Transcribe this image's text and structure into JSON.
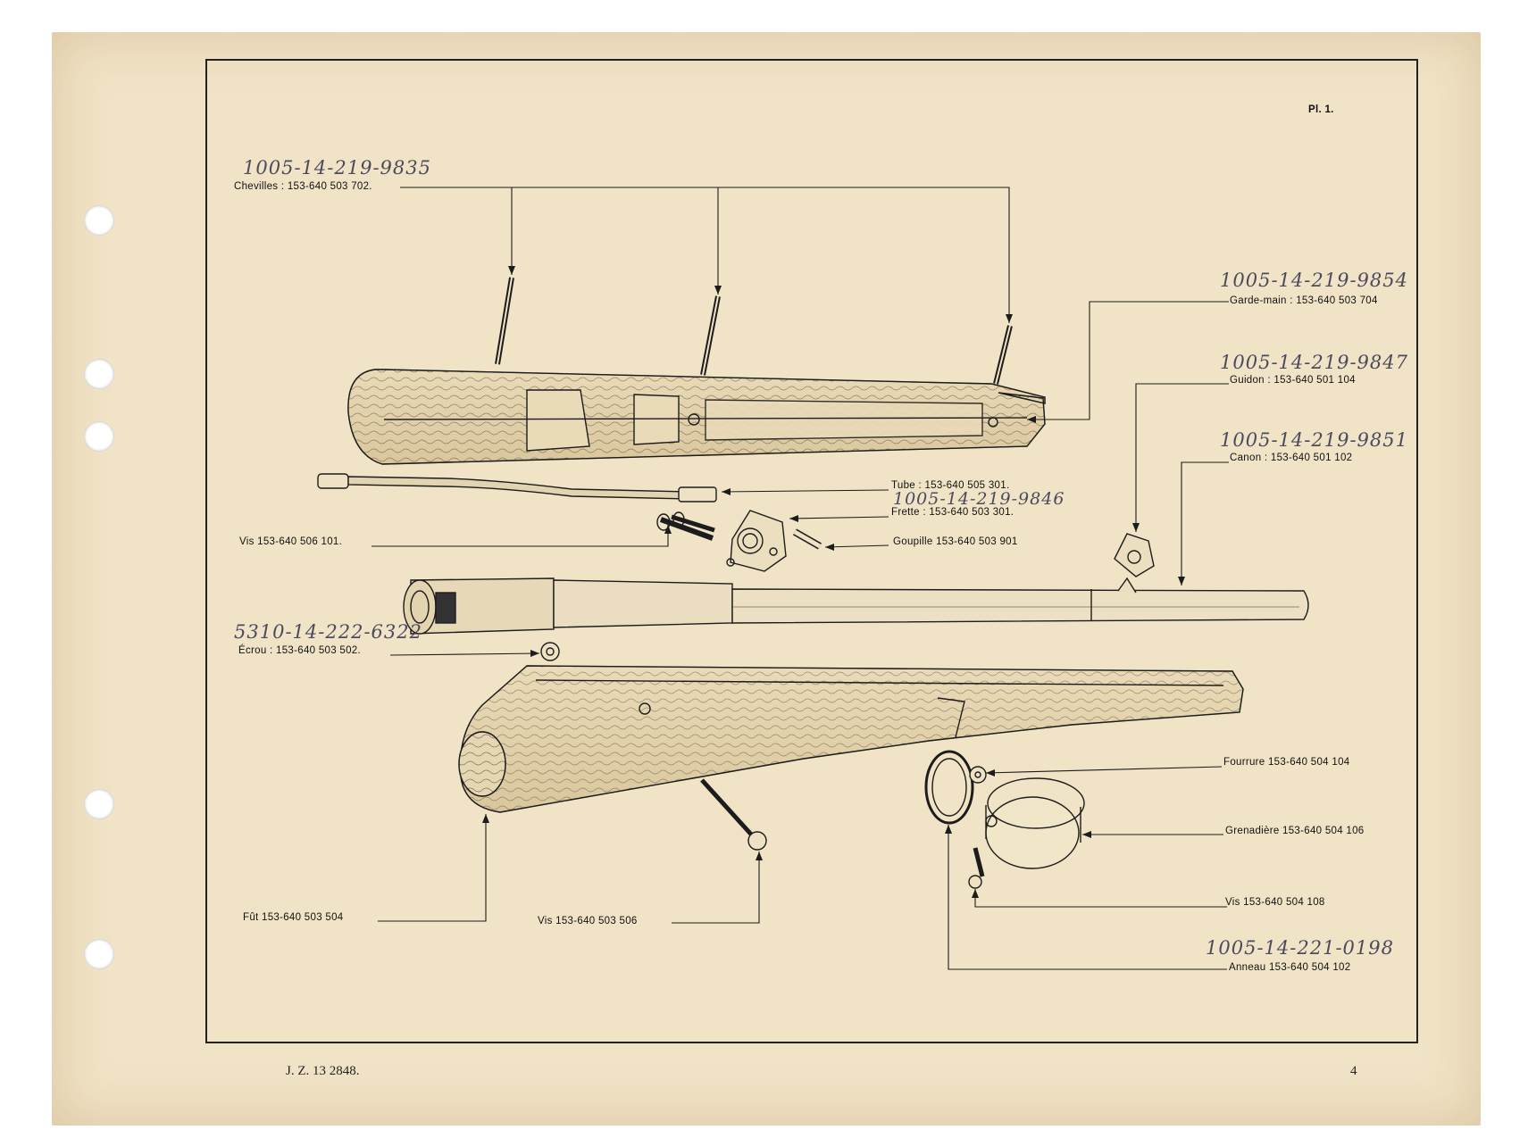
{
  "plate": {
    "number": "Pl. 1."
  },
  "footer": {
    "doc_ref": "J. Z. 13 2848.",
    "page": "4"
  },
  "parts": [
    {
      "id": "chevilles",
      "label": "Chevilles : 153-640 503 702.",
      "handwritten": "1005-14-219-9835"
    },
    {
      "id": "garde-main",
      "label": "Garde-main : 153-640 503 704",
      "handwritten": "1005-14-219-9854"
    },
    {
      "id": "guidon",
      "label": "Guidon : 153-640 501 104",
      "handwritten": "1005-14-219-9847"
    },
    {
      "id": "canon",
      "label": "Canon : 153-640 501 102",
      "handwritten": "1005-14-219-9851"
    },
    {
      "id": "tube",
      "label": "Tube : 153-640 505 301.",
      "handwritten": ""
    },
    {
      "id": "frette",
      "label": "Frette : 153-640 503 301.",
      "handwritten": "1005-14-219-9846"
    },
    {
      "id": "vis-1",
      "label": "Vis 153-640 506 101.",
      "handwritten": ""
    },
    {
      "id": "goupille",
      "label": "Goupille 153-640 503 901",
      "handwritten": ""
    },
    {
      "id": "ecrou",
      "label": "Écrou : 153-640 503 502.",
      "handwritten": "5310-14-222-6322"
    },
    {
      "id": "fourrure",
      "label": "Fourrure 153-640 504 104",
      "handwritten": ""
    },
    {
      "id": "grenadiere",
      "label": "Grenadière 153-640 504 106",
      "handwritten": ""
    },
    {
      "id": "vis-2",
      "label": "Vis 153-640 504 108",
      "handwritten": ""
    },
    {
      "id": "anneau",
      "label": "Anneau 153-640 504 102",
      "handwritten": "1005-14-221-0198"
    },
    {
      "id": "fut",
      "label": "Fût 153-640 503 504",
      "handwritten": ""
    },
    {
      "id": "vis-3",
      "label": "Vis 153-640 503 506",
      "handwritten": ""
    }
  ],
  "colors": {
    "paper": "#f1e3c6",
    "ink": "#222222",
    "pencil": "#4b4b5e"
  }
}
